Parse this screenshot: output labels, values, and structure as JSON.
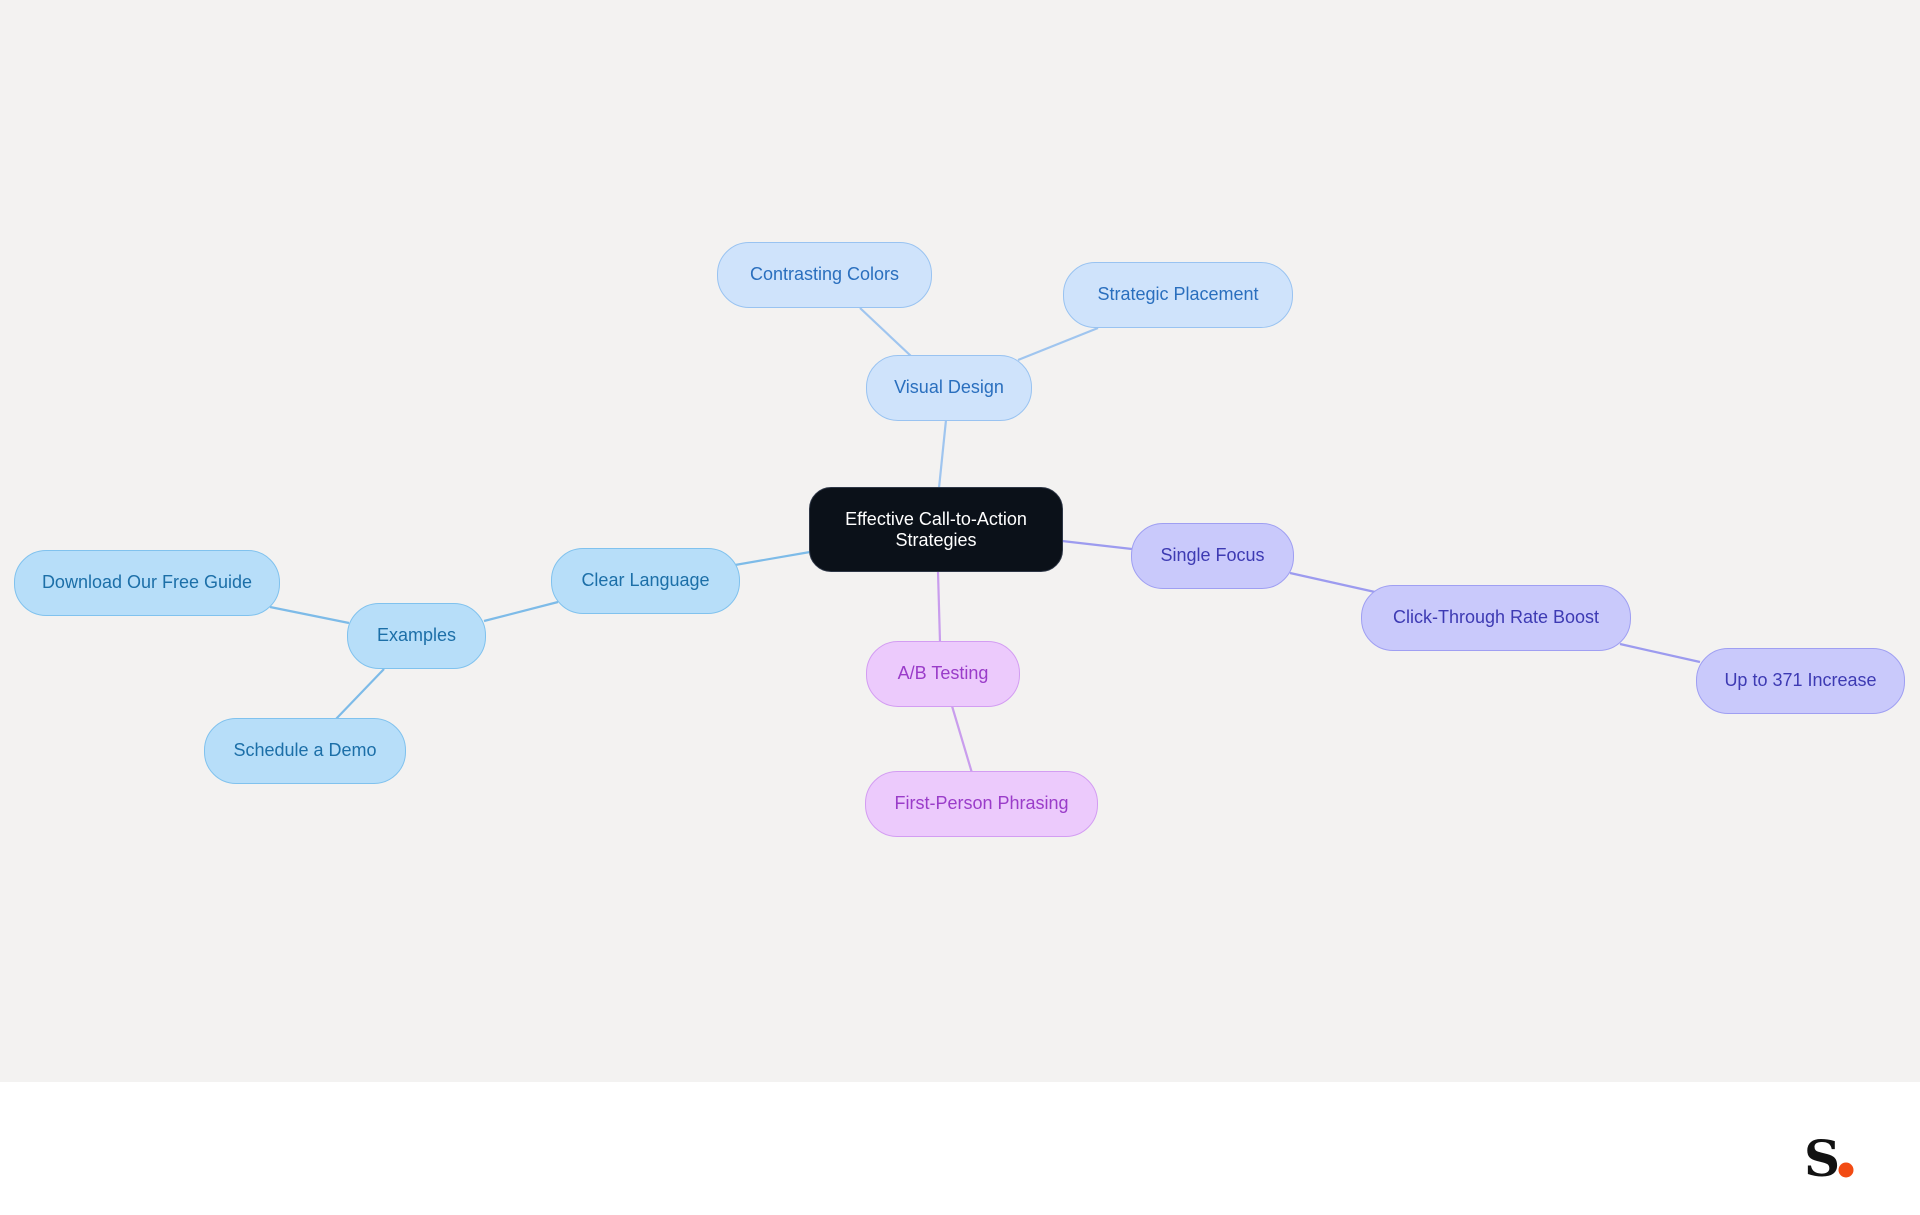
{
  "diagram": {
    "root": "Effective Call-to-Action Strategies",
    "branches": {
      "visual_design": {
        "label": "Visual Design",
        "children": [
          "Contrasting Colors",
          "Strategic Placement"
        ]
      },
      "clear_language": {
        "label": "Clear Language",
        "examples": {
          "label": "Examples",
          "children": [
            "Download Our Free Guide",
            "Schedule a Demo"
          ]
        }
      },
      "single_focus": {
        "label": "Single Focus",
        "click_through": {
          "label": "Click-Through Rate Boost",
          "children": [
            "Up to 371 Increase"
          ]
        }
      },
      "ab_testing": {
        "label": "A/B Testing",
        "children": [
          "First-Person Phrasing"
        ]
      }
    },
    "colors": {
      "background": "#f3f2f1",
      "root_fill": "#0b1119",
      "visual_design": "#cfe3fb",
      "clear_language": "#b7def9",
      "single_focus": "#c9c9fb",
      "ab_testing": "#eccafc"
    }
  },
  "footer": {
    "logo_icon": "brand-s-dot-logo"
  }
}
